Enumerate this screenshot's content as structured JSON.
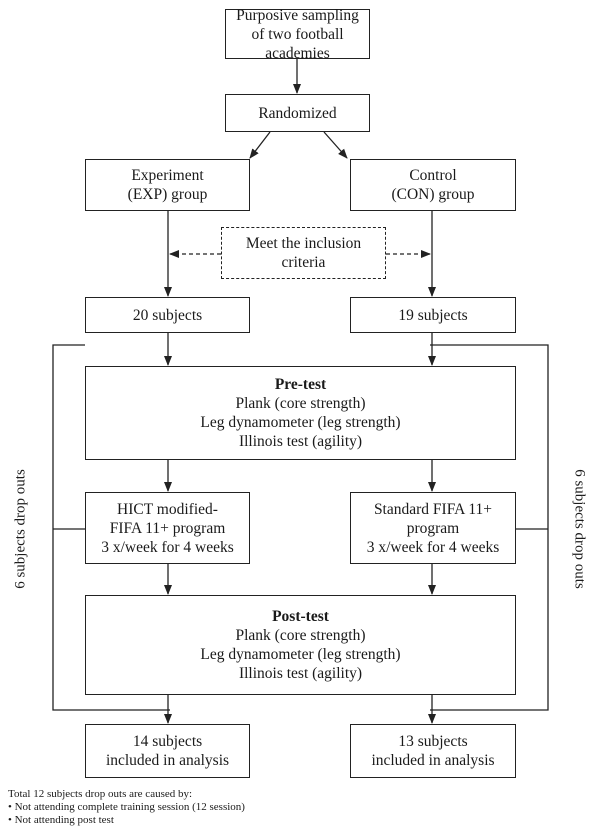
{
  "nodes": {
    "sampling": [
      "Purposive sampling",
      "of two football academies"
    ],
    "randomized": [
      "Randomized"
    ],
    "exp_group": [
      "Experiment",
      "(EXP) group"
    ],
    "con_group": [
      "Control",
      "(CON) group"
    ],
    "inclusion": [
      "Meet the inclusion",
      "criteria"
    ],
    "exp_subjects": [
      "20 subjects"
    ],
    "con_subjects": [
      "19 subjects"
    ],
    "pretest": {
      "title": "Pre-test",
      "lines": [
        "Plank (core strength)",
        "Leg dynamometer (leg strength)",
        "Illinois test (agility)"
      ]
    },
    "exp_program": [
      "HICT modified-",
      "FIFA 11+ program",
      "3 x/week for 4 weeks"
    ],
    "con_program": [
      "Standard FIFA 11+",
      "program",
      "3 x/week for 4 weeks"
    ],
    "posttest": {
      "title": "Post-test",
      "lines": [
        "Plank (core strength)",
        "Leg dynamometer (leg strength)",
        "Illinois test (agility)"
      ]
    },
    "exp_analysis": [
      "14 subjects",
      "included in analysis"
    ],
    "con_analysis": [
      "13 subjects",
      "included in analysis"
    ]
  },
  "side_labels": {
    "left": "6 subjects drop outs",
    "right": "6 subjects drop outs"
  },
  "footnote": {
    "title": "Total 12 subjects drop outs are caused by:",
    "items": [
      "• Not attending complete training session (12 session)",
      "• Not attending post test"
    ]
  }
}
